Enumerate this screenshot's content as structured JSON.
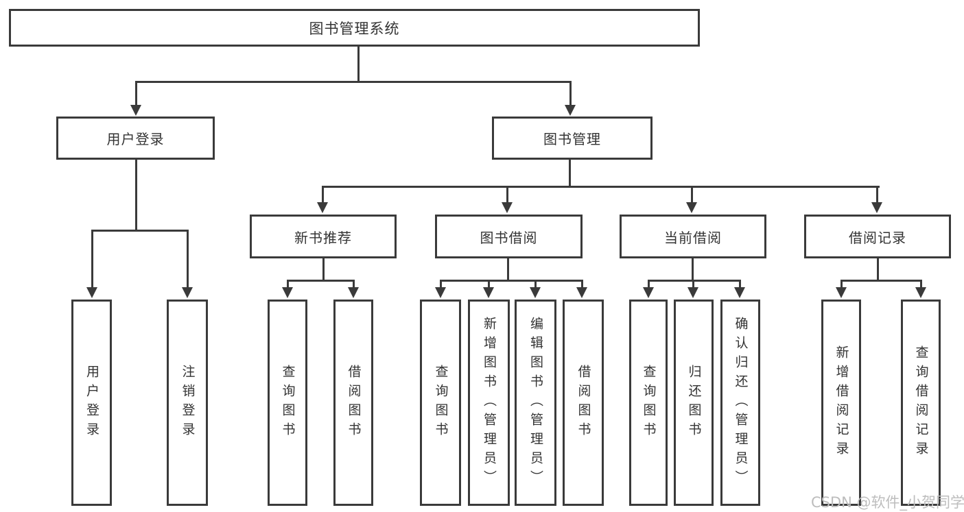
{
  "tree": {
    "label": "图书管理系统",
    "children": [
      {
        "label": "用户登录",
        "children": [
          {
            "label": "用户登录"
          },
          {
            "label": "注销登录"
          }
        ]
      },
      {
        "label": "图书管理",
        "children": [
          {
            "label": "新书推荐",
            "children": [
              {
                "label": "查询图书"
              },
              {
                "label": "借阅图书"
              }
            ]
          },
          {
            "label": "图书借阅",
            "children": [
              {
                "label": "查询图书"
              },
              {
                "label": "新增图书（管理员）"
              },
              {
                "label": "编辑图书（管理员）"
              },
              {
                "label": "借阅图书"
              }
            ]
          },
          {
            "label": "当前借阅",
            "children": [
              {
                "label": "查询图书"
              },
              {
                "label": "归还图书"
              },
              {
                "label": "确认归还（管理员）"
              }
            ]
          },
          {
            "label": "借阅记录",
            "children": [
              {
                "label": "新增借阅记录"
              },
              {
                "label": "查询借阅记录"
              }
            ]
          }
        ]
      }
    ]
  },
  "watermark": {
    "text": "CSDN @软件_小贺同学"
  },
  "colors": {
    "line": "#3a3a3a",
    "text": "#333333",
    "watermark": "#bdbdbd",
    "background": "#ffffff"
  }
}
